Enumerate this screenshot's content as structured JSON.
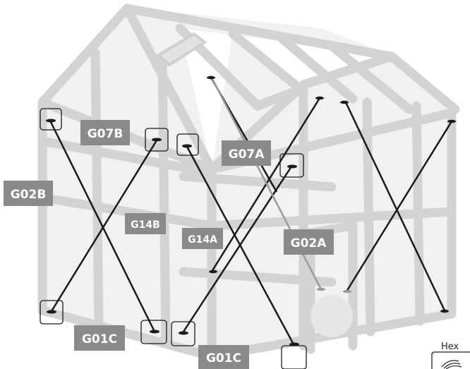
{
  "colors": {
    "frame": "#d4d4d4",
    "frame_dark": "#bcbcbc",
    "glass": "#efefef",
    "brace": "#1a1a1a",
    "label_bg": "#8a8a8a",
    "label_text": "#ffffff"
  },
  "labels": {
    "g07b": "G07B",
    "g07a": "G07A",
    "g02b": "G02B",
    "g14b": "G14B",
    "g14a": "G14A",
    "g02a": "G02A",
    "g01c_left": "G01C",
    "g01c_right": "G01C"
  },
  "legend": {
    "hex_label": "Hex",
    "hex_icon": "hex-bolt-icon"
  }
}
